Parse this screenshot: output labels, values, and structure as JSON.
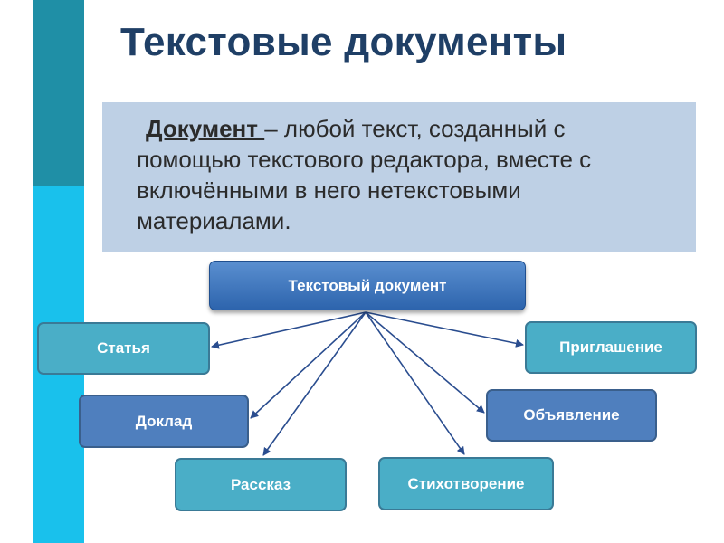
{
  "title": "Текстовые документы",
  "definition": {
    "term": "Документ ",
    "line1_rest": "– любой текст, созданный с",
    "line2": "помощью текстового редактора, вместе с",
    "line3": "включёнными в него нетекстовыми",
    "line4": "материалами."
  },
  "diagram": {
    "root": "Текстовый документ",
    "children": {
      "statya": "Статья",
      "doklad": "Доклад",
      "rasskaz": "Рассказ",
      "stikhotvorenie": "Стихотворение",
      "obyavlenie": "Объявление",
      "priglashenie": "Приглашение"
    }
  },
  "colors": {
    "title": "#1f3f66",
    "definition_background": "#bed0e5",
    "side_bar_dark": "#1f8fa6",
    "side_bar_light": "#19c1ec",
    "root_node": "#3d74bd",
    "teal_node": "#4aaec7",
    "blue_node": "#4f7fbe",
    "arrow": "#2a4d8f"
  }
}
